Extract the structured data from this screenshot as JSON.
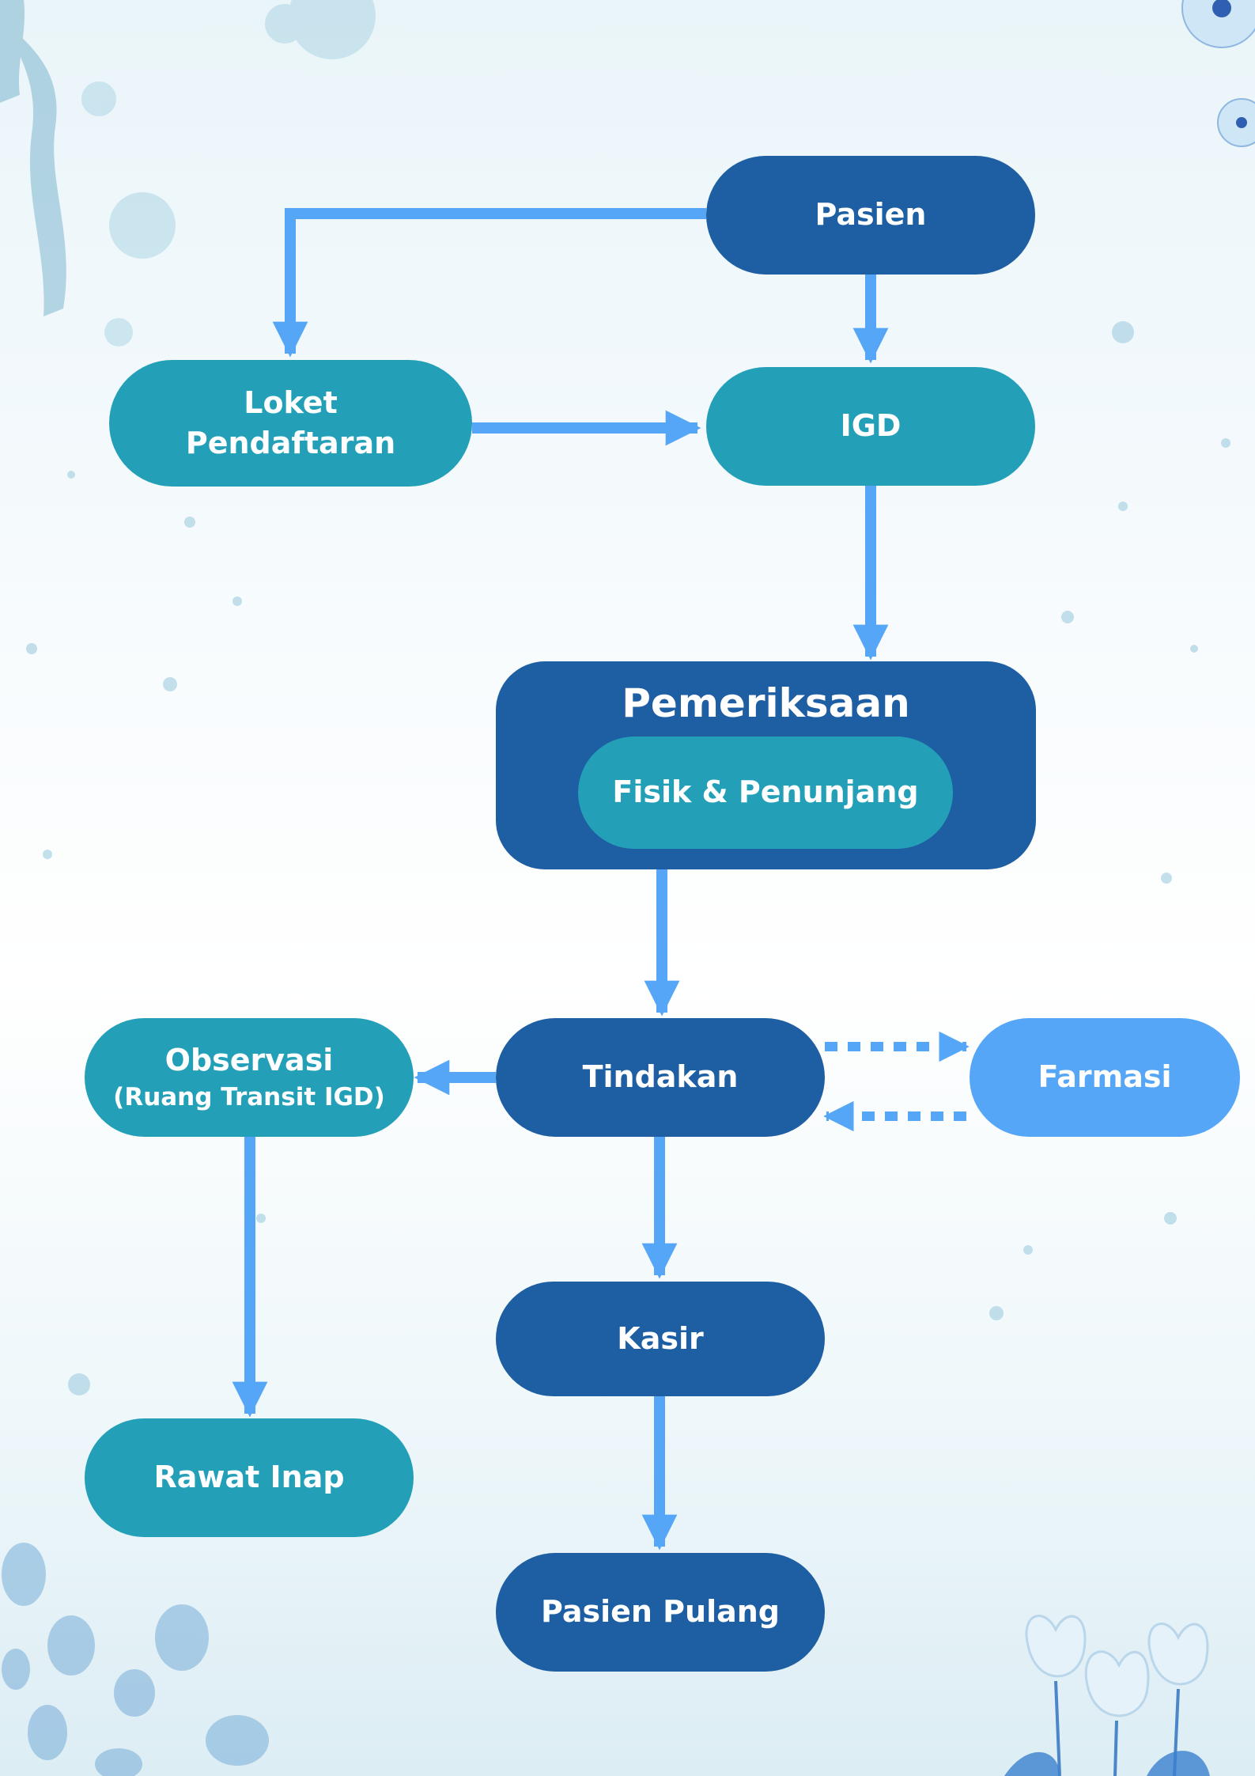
{
  "nodes": {
    "pasien": "Pasien",
    "loket": [
      "Loket",
      "Pendaftaran"
    ],
    "igd": "IGD",
    "pemeriksaan": "Pemeriksaan",
    "fisik": "Fisik & Penunjang",
    "tindakan": "Tindakan",
    "farmasi": "Farmasi",
    "observasi": "Observasi",
    "observasi_sub": "(Ruang Transit IGD)",
    "rawat_inap": "Rawat Inap",
    "kasir": "Kasir",
    "pasien_pulang": "Pasien Pulang"
  },
  "edges": [
    {
      "from": "Pasien",
      "to": "Loket Pendaftaran",
      "style": "solid"
    },
    {
      "from": "Pasien",
      "to": "IGD",
      "style": "solid"
    },
    {
      "from": "Loket Pendaftaran",
      "to": "IGD",
      "style": "solid"
    },
    {
      "from": "IGD",
      "to": "Pemeriksaan",
      "style": "solid"
    },
    {
      "from": "Pemeriksaan",
      "to": "Tindakan",
      "style": "solid"
    },
    {
      "from": "Tindakan",
      "to": "Observasi",
      "style": "solid"
    },
    {
      "from": "Tindakan",
      "to": "Farmasi",
      "style": "dotted"
    },
    {
      "from": "Farmasi",
      "to": "Tindakan",
      "style": "dotted"
    },
    {
      "from": "Observasi",
      "to": "Rawat Inap",
      "style": "solid"
    },
    {
      "from": "Tindakan",
      "to": "Kasir",
      "style": "solid"
    },
    {
      "from": "Kasir",
      "to": "Pasien Pulang",
      "style": "solid"
    }
  ],
  "colors": {
    "dark_node": "#1e5ea3",
    "teal_node": "#23a0b8",
    "light_node": "#56a6f7",
    "arrow": "#56a6f7",
    "text": "#ffffff"
  }
}
